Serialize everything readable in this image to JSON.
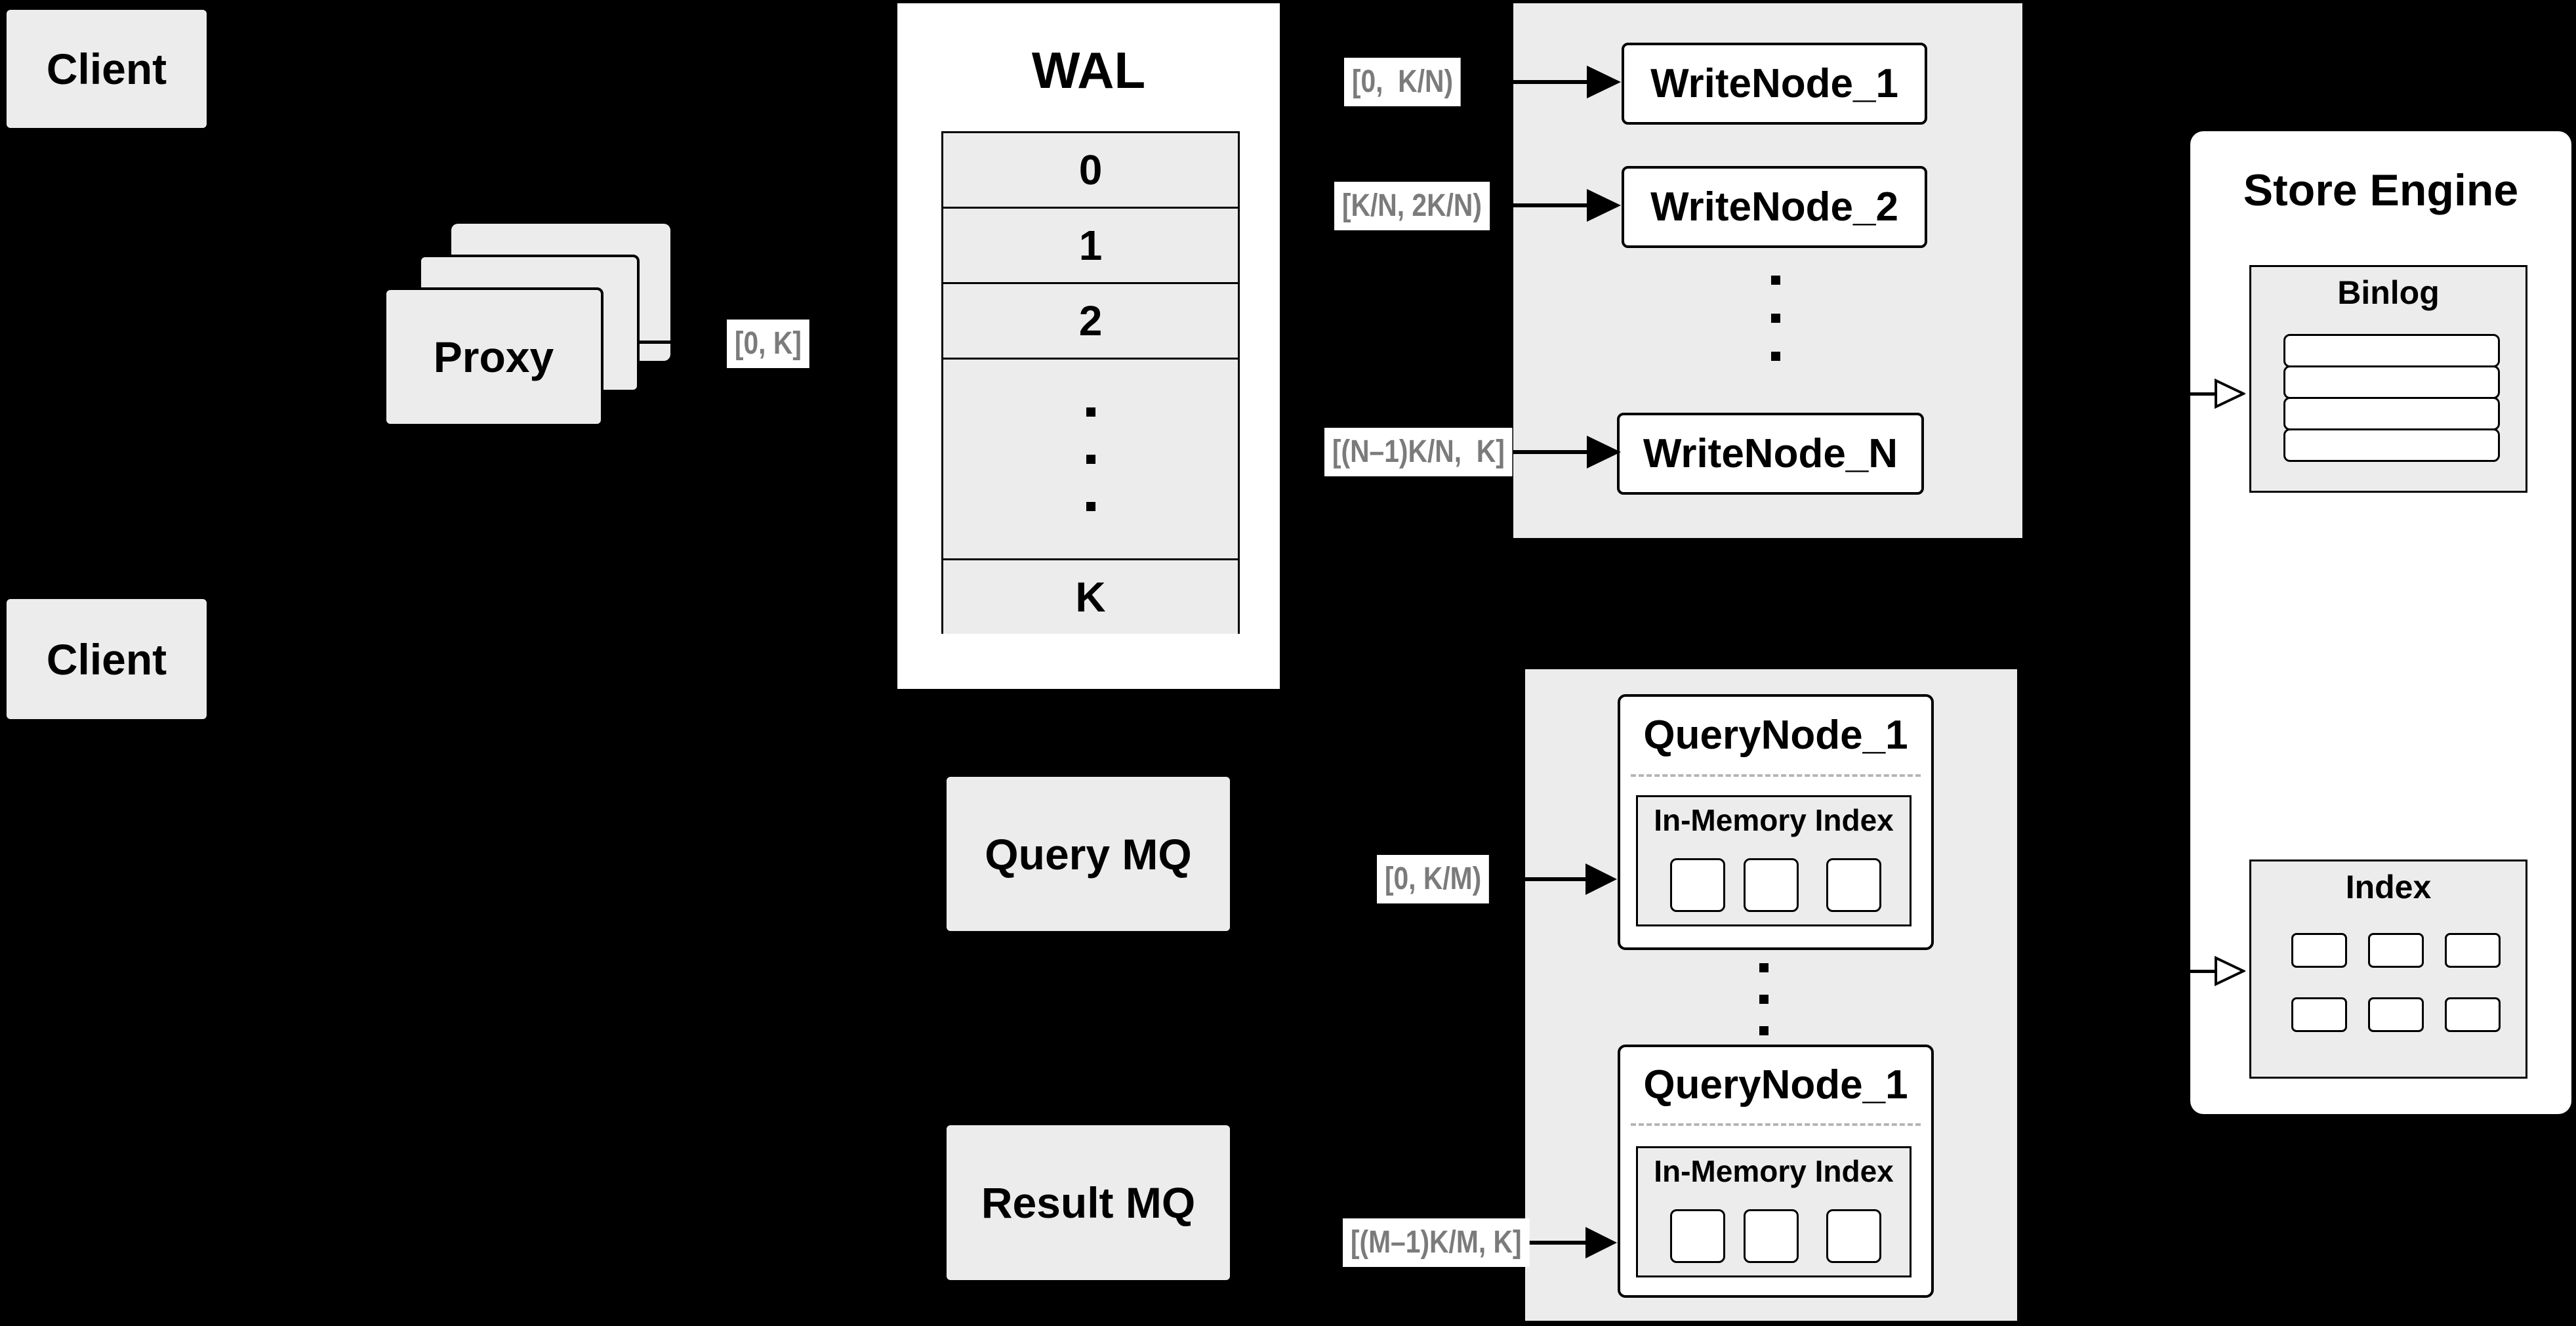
{
  "diagram": {
    "background": "#000000",
    "colors": {
      "box_gray": "#ececec",
      "white": "#ffffff",
      "label_text_gray": "#7b7b7b",
      "dash_gray": "#b5b5b5",
      "line_black": "#000000"
    },
    "clients": {
      "top": "Client",
      "bottom": "Client"
    },
    "proxy": {
      "label": "Proxy"
    },
    "wal": {
      "title": "WAL",
      "rows": [
        "0",
        "1",
        "2",
        "K"
      ]
    },
    "range_labels": {
      "proxy_to_wal": "[0, K]",
      "wal_to_write_1": "[0,  K/N)",
      "wal_to_write_2": "[K/N, 2K/N)",
      "wal_to_write_n": "[(N–1)K/N,  K]",
      "mq_to_query_top": "[0, K/M)",
      "mq_to_query_bottom": "[(M–1)K/M, K]"
    },
    "write_nodes": {
      "node_1": "WriteNode_1",
      "node_2": "WriteNode_2",
      "node_n": "WriteNode_N"
    },
    "query_nodes": {
      "node_top": "QueryNode_1",
      "node_bottom": "QueryNode_1",
      "in_memory_title": "In-Memory Index"
    },
    "message_queues": {
      "query": "Query MQ",
      "result": "Result MQ"
    },
    "store_engine": {
      "title": "Store Engine",
      "binlog_title": "Binlog",
      "index_title": "Index"
    }
  }
}
